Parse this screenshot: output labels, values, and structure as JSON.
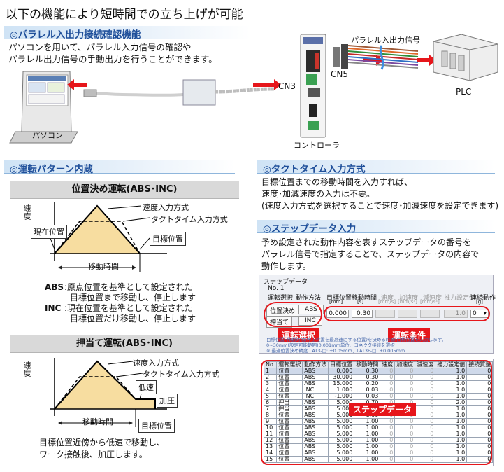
{
  "main_title": "以下の機能により短時間での立ち上げが可能",
  "sec_parallel": {
    "title": "◎パラレル入出力接続確認機能",
    "text": "パソコンを用いて、パラレル入力信号の確認や\nパラレル出力信号の手動出力を行うことができます。",
    "label_pc": "パソコン",
    "label_cn3": "CN3",
    "label_cn5": "CN5",
    "label_controller": "コントローラ",
    "label_plc": "PLC",
    "label_signal": "パラレル入出力信号"
  },
  "sec_pattern": {
    "title": "◎運転パターン内蔵",
    "box1": {
      "header": "位置決め運転(ABS･INC)",
      "y_axis": "速度",
      "label_speed_input": "速度入力方式",
      "label_tact": "タクトタイム入力方式",
      "label_current": "現在位置",
      "label_target": "目標位置",
      "label_time": "移動時間",
      "abs_key": "ABS",
      "abs_text1": ":原点位置を基準として設定された",
      "abs_text2": "目標位置まで移動し、停止します",
      "inc_key": "INC",
      "inc_text1": ":現在位置を基準として設定された",
      "inc_text2": "目標位置だけ移動し、停止します"
    },
    "box2": {
      "header": "押当て運転(ABS･INC)",
      "y_axis": "速度",
      "label_speed_input": "速度入力方式",
      "label_tact": "タクトタイム入力方式",
      "label_low": "低速",
      "label_press": "加圧",
      "label_time": "移動時間",
      "label_target": "目標位置",
      "text": "目標位置近傍から低速で移動し、\nワーク接触後、加圧します。"
    }
  },
  "sec_tact": {
    "title": "◎タクトタイム入力方式",
    "text": "目標位置までの移動時間を入力すれば、\n速度･加減速度の入力は不要。\n(速度入力方式を選択することで速度･加減速度を設定できます)"
  },
  "sec_step": {
    "title": "◎ステップデータ入力",
    "text": "予め設定された動作内容を表すステップデータの番号を\nパラレル信号で指定することで、ステップデータの内容で\n動作します。",
    "sw": {
      "group_title": "ステップデータ",
      "no_label": "No. 1",
      "h_mode": "運転選択",
      "h_method": "動作方法",
      "h_target": "目標位置",
      "h_target_unit": "[mm]",
      "h_time": "移動時間",
      "h_time_unit": "[s]",
      "h_speed": "速度",
      "h_speed_unit": "[mm/s]",
      "h_acc": "加速度",
      "h_acc_unit": "[mm/s²]",
      "h_dec": "減速度",
      "h_dec_unit": "[mm/s²]",
      "h_push": "推力設定値",
      "h_cont": "連続動作",
      "h_cont_unit": "[g]",
      "btn_pos": "位置決め",
      "btn_abs": "ABS",
      "btn_push": "押当て",
      "btn_inc": "INC",
      "val_target": "0.000",
      "val_time": "0.30",
      "val_push": "1.0",
      "val_cont": "0",
      "tag_mode": "運転選択",
      "tag_cond": "運転条件",
      "tag_step": "ステップデータ",
      "note1": "目標位置･移動時間(停止位置を最高速にする位置)を決める時間(目標位置を入力します。",
      "note2": "0~30mm(設定可能範囲)0.001mm単位、コネクタ接続を選択",
      "note3": "※ 最適位置決め精度 LAT3-□: ±0.05mm、LAT3F-□: ±0.005mm"
    },
    "table": {
      "headers": [
        "No.",
        "運転選択",
        "動作方法",
        "目標位置",
        "移動時間",
        "速度",
        "加速度",
        "減速度",
        "推力設定値",
        "接続質量"
      ],
      "rows": [
        [
          "1",
          "位置",
          "ABS",
          "0.000",
          "0.30",
          "0",
          "0",
          "0",
          "1.0",
          "0"
        ],
        [
          "2",
          "位置",
          "ABS",
          "30.000",
          "0.30",
          "0",
          "0",
          "0",
          "1.0",
          "0"
        ],
        [
          "3",
          "位置",
          "ABS",
          "15.000",
          "0.20",
          "0",
          "0",
          "0",
          "1.0",
          "0"
        ],
        [
          "4",
          "位置",
          "INC",
          "1.000",
          "0.03",
          "0",
          "0",
          "0",
          "1.0",
          "0"
        ],
        [
          "5",
          "位置",
          "INC",
          "-1.000",
          "0.03",
          "0",
          "0",
          "0",
          "1.0",
          "0"
        ],
        [
          "6",
          "押当",
          "ABS",
          "5.000",
          "0.70",
          "0",
          "0",
          "0",
          "2.0",
          "0"
        ],
        [
          "7",
          "押当",
          "ABS",
          "5.000",
          "1.00",
          "0",
          "0",
          "0",
          "1.0",
          "0"
        ],
        [
          "8",
          "位置",
          "ABS",
          "5.000",
          "1.00",
          "0",
          "0",
          "0",
          "1.0",
          "0"
        ],
        [
          "9",
          "位置",
          "ABS",
          "5.000",
          "1.00",
          "0",
          "0",
          "0",
          "1.0",
          "0"
        ],
        [
          "10",
          "位置",
          "ABS",
          "5.000",
          "1.00",
          "0",
          "0",
          "0",
          "1.0",
          "0"
        ],
        [
          "11",
          "位置",
          "ABS",
          "5.000",
          "1.00",
          "0",
          "0",
          "0",
          "1.0",
          "0"
        ],
        [
          "12",
          "位置",
          "ABS",
          "5.000",
          "1.00",
          "0",
          "0",
          "0",
          "1.0",
          "0"
        ],
        [
          "13",
          "位置",
          "ABS",
          "5.000",
          "1.00",
          "0",
          "0",
          "0",
          "1.0",
          "0"
        ],
        [
          "14",
          "位置",
          "ABS",
          "5.000",
          "1.00",
          "0",
          "0",
          "0",
          "1.0",
          "0"
        ],
        [
          "15",
          "位置",
          "ABS",
          "5.000",
          "1.00",
          "0",
          "0",
          "0",
          "1.0",
          "0"
        ]
      ]
    }
  },
  "colors": {
    "accent_blue": "#1f4f9a",
    "red": "#e6161b",
    "fill_tan": "#f7dda0"
  }
}
